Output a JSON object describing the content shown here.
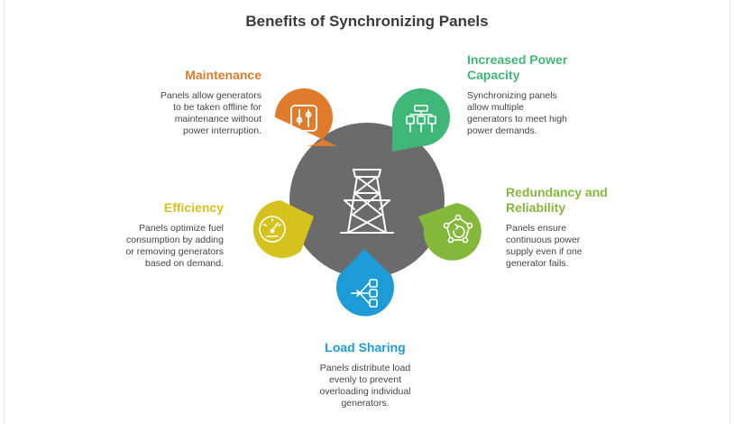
{
  "title": "Benefits of Synchronizing Panels",
  "colors": {
    "hub": "#6b6b6b",
    "maintenance": "#e07b2b",
    "power": "#3fb776",
    "redundancy": "#84b83a",
    "load": "#1c9bd6",
    "efficiency": "#d6c21d"
  },
  "benefits": {
    "maintenance": {
      "title": "Maintenance",
      "lines": [
        "Panels allow generators",
        "to be taken offline for",
        "maintenance without",
        "power interruption."
      ],
      "icon": "tools-panel-icon"
    },
    "power": {
      "title_lines": [
        "Increased Power",
        "Capacity"
      ],
      "lines": [
        "Synchronizing panels",
        "allow multiple",
        "generators to meet high",
        "power demands."
      ],
      "icon": "generators-icon"
    },
    "redundancy": {
      "title_lines": [
        "Redundancy and",
        "Reliability"
      ],
      "lines": [
        "Panels ensure",
        "continuous power",
        "supply even if one",
        "generator fails."
      ],
      "icon": "network-cycle-icon"
    },
    "load": {
      "title": "Load Sharing",
      "lines": [
        "Panels distribute load",
        "evenly to prevent",
        "overloading individual",
        "generators."
      ],
      "icon": "distribution-icon"
    },
    "efficiency": {
      "title": "Efficiency",
      "lines": [
        "Panels optimize fuel",
        "consumption by adding",
        "or removing generators",
        "based on demand."
      ],
      "icon": "gauge-icon"
    }
  },
  "hub_icon": "transmission-tower-icon"
}
